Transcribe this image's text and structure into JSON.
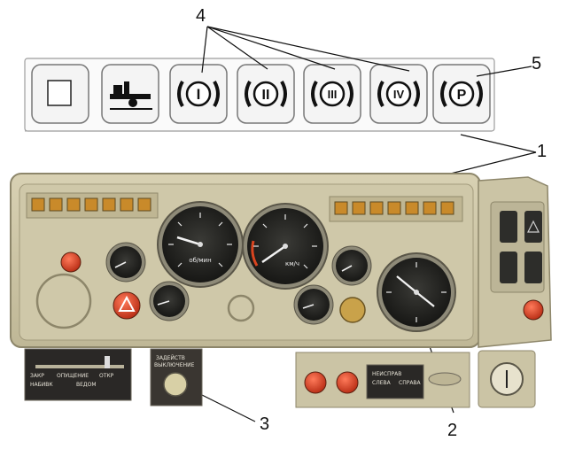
{
  "callouts": {
    "c1": "1",
    "c2": "2",
    "c3": "3",
    "c4": "4",
    "c5": "5"
  },
  "indicator_strip": {
    "buttons": [
      {
        "icon": "blank-square-icon",
        "label": ""
      },
      {
        "icon": "lift-axle-icon",
        "label": ""
      },
      {
        "icon": "brake-circuit-i-icon",
        "label": "I"
      },
      {
        "icon": "brake-circuit-ii-icon",
        "label": "II"
      },
      {
        "icon": "brake-circuit-iii-icon",
        "label": "III"
      },
      {
        "icon": "brake-circuit-iv-icon",
        "label": "IV"
      },
      {
        "icon": "parking-brake-icon",
        "label": "P"
      }
    ]
  },
  "panel": {
    "bottom_left_plate": {
      "row1": [
        "ЗАКР",
        "ОПУЩЕНИЕ",
        "ОТКР"
      ],
      "row2": [
        "НАБИВК",
        "ВЕДОМ"
      ]
    },
    "center_plate": [
      "ЗАДЕЙСТВ",
      "ВЫКЛЮЧЕНИЕ"
    ],
    "right_plate": [
      "НЕИСПРАВ",
      "СЛЕВА",
      "СПРАВА"
    ],
    "gauge_labels": {
      "tachometer": "об/мин",
      "speedometer": "км/ч"
    }
  },
  "colors": {
    "panel": "#c9c2a3",
    "dial": "#1e1e1c",
    "warn": "#c23a1e"
  }
}
